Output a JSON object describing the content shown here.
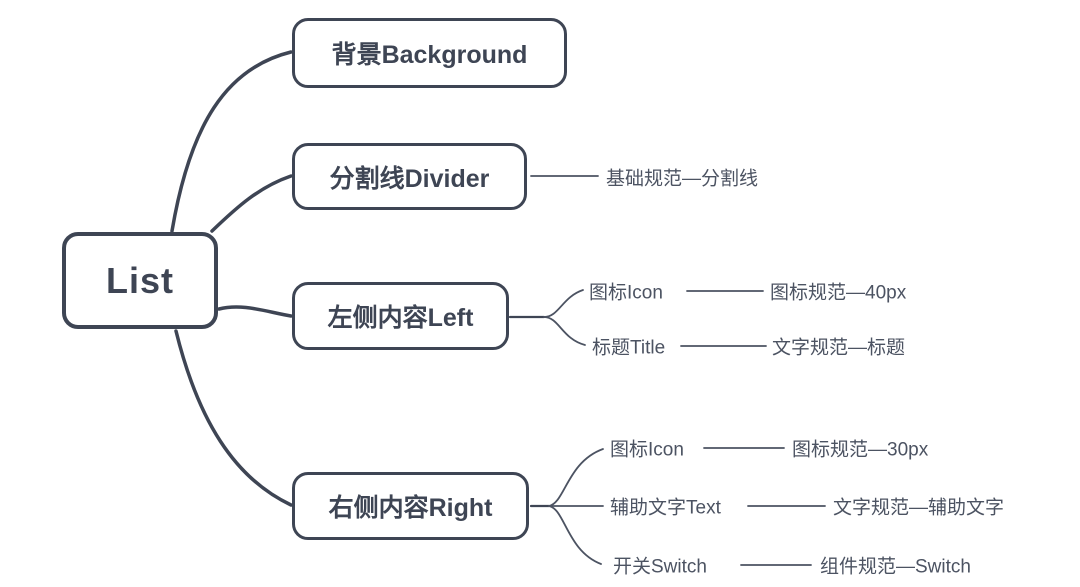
{
  "diagram": {
    "type": "mindmap",
    "root": {
      "label": "List"
    },
    "branches": [
      {
        "label": "背景Background"
      },
      {
        "label": "分割线Divider",
        "leaf": "基础规范—分割线"
      },
      {
        "label": "左侧内容Left",
        "children": [
          {
            "label": "图标Icon",
            "detail": "图标规范—40px"
          },
          {
            "label": "标题Title",
            "detail": "文字规范—标题"
          }
        ]
      },
      {
        "label": "右侧内容Right",
        "children": [
          {
            "label": "图标Icon",
            "detail": "图标规范—30px"
          },
          {
            "label": "辅助文字Text",
            "detail": "文字规范—辅助文字"
          },
          {
            "label": "开关Switch",
            "detail": "组件规范—Switch"
          }
        ]
      }
    ],
    "colors": {
      "background": "#ffffff",
      "node_border": "#3e4554",
      "node_text": "#3e4554",
      "leaf_text": "#4c5362",
      "connector": "#3e4554"
    }
  }
}
